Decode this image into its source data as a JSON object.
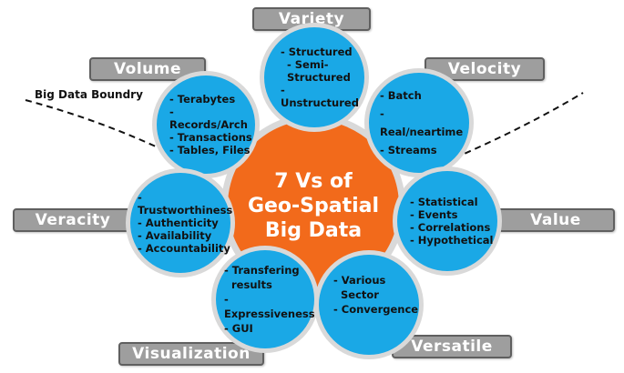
{
  "boundary_label": "Big Data Boundry",
  "center_title": "7 Vs of\nGeo-Spatial\nBig Data",
  "variety": {
    "label": "Variety",
    "items": [
      "- Structured",
      "- Semi-",
      "Structured",
      "- Unstructured"
    ]
  },
  "volume": {
    "label": "Volume",
    "items": [
      "- Terabytes",
      "- Records/Arch",
      "- Transactions",
      "- Tables, Files"
    ]
  },
  "velocity": {
    "label": "Velocity",
    "items": [
      "- Batch",
      "- Real/neartime",
      "- Streams"
    ]
  },
  "veracity": {
    "label": "Veracity",
    "items": [
      "- Trustworthiness",
      "- Authenticity",
      "- Availability",
      "- Accountability"
    ]
  },
  "value": {
    "label": "Value",
    "items": [
      "- Statistical",
      "- Events",
      "- Correlations",
      "- Hypothetical"
    ]
  },
  "visualization": {
    "label": "Visualization",
    "items": [
      "- Transfering",
      "results",
      "- Expressiveness",
      "- GUI"
    ]
  },
  "versatile": {
    "label": "Versatile",
    "items": [
      "- Various",
      "Sector",
      "- Convergence"
    ]
  },
  "colors": {
    "circle": "#1aa8e6",
    "center": "#f26a1b",
    "tag": "#9e9e9e",
    "tag_border": "#5f5f5f",
    "halo": "#d9d9d9"
  }
}
